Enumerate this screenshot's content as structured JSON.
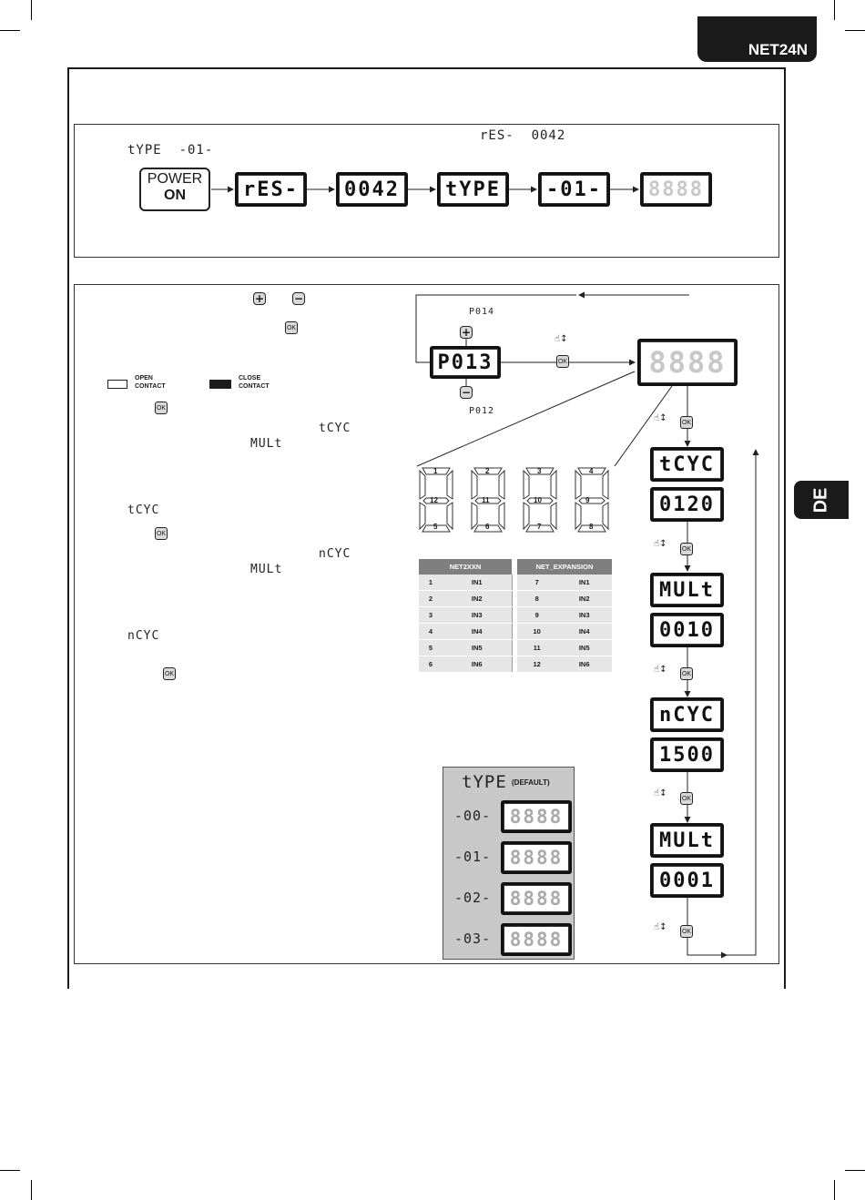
{
  "header": {
    "brand": "NET24N",
    "language_tab": "DE"
  },
  "section1": {
    "display_type_label": "tYPE  -01-",
    "display_res_label": "rES-  0042",
    "power_button": {
      "line1": "POWER",
      "line2": "ON"
    },
    "sequence": [
      "rES-",
      "0042",
      "tYPE",
      "-01-",
      "8888"
    ]
  },
  "section2": {
    "plus_label": "+",
    "minus_label": "−",
    "ok_label": "OK",
    "legend": {
      "open_line1": "OPEN",
      "open_line2": "CONTACT",
      "close_line1": "CLOSE",
      "close_line2": "CONTACT"
    },
    "seg_labels": {
      "tcyc_a": "tCYC",
      "mult_a": "MULt",
      "tcyc_b": "tCYC",
      "ncyc_a": "nCYC",
      "mult_b": "MULt",
      "ncyc_b": "nCYC"
    },
    "param": {
      "current": "P013",
      "next": "P014",
      "prev": "P012"
    },
    "main_display": "8888",
    "flow": [
      {
        "label": "tCYC",
        "value": "0120"
      },
      {
        "label": "MULt",
        "value": "0010"
      },
      {
        "label": "nCYC",
        "value": "1500"
      },
      {
        "label": "MULt",
        "value": "0001"
      }
    ],
    "digits": [
      {
        "top": "1",
        "mid": "12",
        "bot": "5"
      },
      {
        "top": "2",
        "mid": "11",
        "bot": "6"
      },
      {
        "top": "3",
        "mid": "10",
        "bot": "7"
      },
      {
        "top": "4",
        "mid": "9",
        "bot": "8"
      }
    ],
    "table": {
      "headers": [
        "NET2XXN",
        "NET_EXPANSION"
      ],
      "rows": [
        [
          "1",
          "IN1",
          "7",
          "IN1"
        ],
        [
          "2",
          "IN2",
          "8",
          "IN2"
        ],
        [
          "3",
          "IN3",
          "9",
          "IN3"
        ],
        [
          "4",
          "IN4",
          "10",
          "IN4"
        ],
        [
          "5",
          "IN5",
          "11",
          "IN5"
        ],
        [
          "6",
          "IN6",
          "12",
          "IN6"
        ]
      ]
    },
    "type_default": {
      "title": "tYPE",
      "subtitle": "(DEFAULT)",
      "rows": [
        {
          "label": "-00-",
          "display": "8888"
        },
        {
          "label": "-01-",
          "display": "8888"
        },
        {
          "label": "-02-",
          "display": "8888"
        },
        {
          "label": "-03-",
          "display": "8888"
        }
      ]
    }
  }
}
